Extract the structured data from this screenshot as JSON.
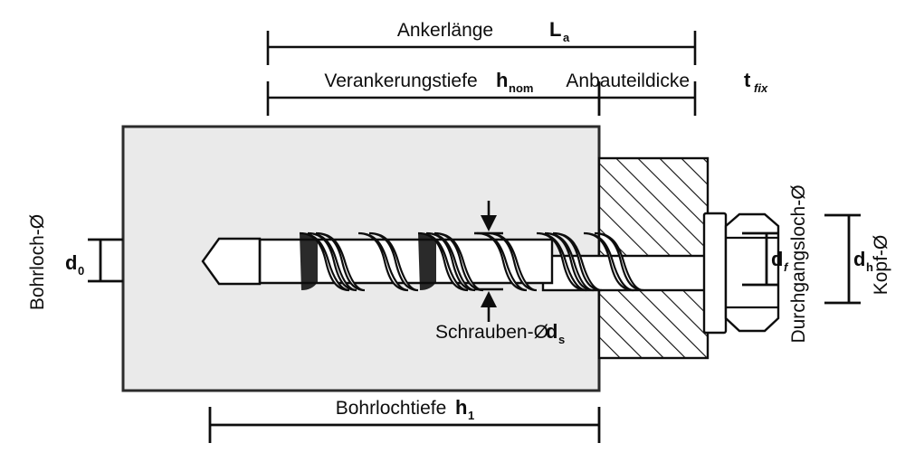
{
  "diagram": {
    "title_context": "Technische Zeichnung Betonschraube / Ankerbemassung",
    "colors": {
      "line": "#0d0d0d",
      "concrete_fill": "#eaeaea",
      "concrete_edge": "#2b2b2b",
      "metal_fill": "#ffffff",
      "hatch": "#0d0d0d",
      "background": "#ffffff"
    },
    "dimensions": {
      "anker_laenge": {
        "label": "Ankerlänge",
        "symbol": "L",
        "subscript": "a",
        "subscript_italic": false
      },
      "verankerungstiefe": {
        "label": "Verankerungstiefe",
        "symbol": "h",
        "subscript": "nom",
        "subscript_italic": false
      },
      "anbauteildicke": {
        "label": "Anbauteildicke",
        "symbol": "t",
        "subscript": "fix",
        "subscript_italic": true
      },
      "bohrloch_durchmesser": {
        "label": "Bohrloch-Ø",
        "symbol": "d",
        "subscript": "0",
        "subscript_italic": false
      },
      "schrauben_durchmesser": {
        "label": "Schrauben-Ø",
        "symbol": "d",
        "subscript": "s",
        "subscript_italic": false
      },
      "durchgangsloch_durchmesser": {
        "label": "Durchgangsloch-Ø",
        "symbol": "d",
        "subscript": "f",
        "subscript_italic": true
      },
      "kopf_durchmesser": {
        "label": "Kopf-Ø",
        "symbol": "d",
        "subscript": "h",
        "subscript_italic": false
      },
      "bohrlochtiefe": {
        "label": "Bohrlochtiefe",
        "symbol": "h",
        "subscript": "1",
        "subscript_italic": false
      }
    },
    "parts": {
      "concrete_block": "Betonuntergrund",
      "fixture": "Anbauteil",
      "screw": "Betonschraube",
      "hex_head": "Sechskantkopf",
      "washer": "Unterlegscheibe",
      "thread": "Gewinde",
      "tip": "Schraubenspitze"
    }
  }
}
